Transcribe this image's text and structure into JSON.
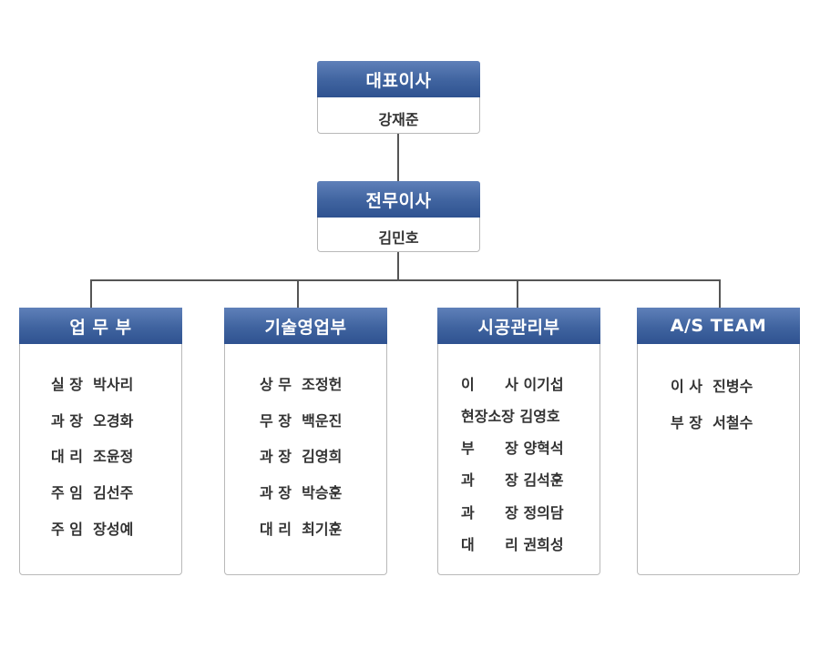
{
  "top": [
    {
      "title": "대표이사",
      "name": "강재준"
    },
    {
      "title": "전무이사",
      "name": "김민호"
    }
  ],
  "departments": [
    {
      "title": "업 무 부",
      "members": [
        {
          "position": "실 장",
          "name": "박사리"
        },
        {
          "position": "과 장",
          "name": "오경화"
        },
        {
          "position": "대 리",
          "name": "조윤정"
        },
        {
          "position": "주 임",
          "name": "김선주"
        },
        {
          "position": "주 임",
          "name": "장성예"
        }
      ]
    },
    {
      "title": "기술영업부",
      "members": [
        {
          "position": "상 무",
          "name": "조정헌"
        },
        {
          "position": "무 장",
          "name": "백운진"
        },
        {
          "position": "과 장",
          "name": "김영희"
        },
        {
          "position": "과 장",
          "name": "박승훈"
        },
        {
          "position": "대 리",
          "name": "최기훈"
        }
      ]
    },
    {
      "title": "시공관리부",
      "members": [
        {
          "position": "이      사",
          "name": "이기섭"
        },
        {
          "position": "현장소장",
          "name": "김영호"
        },
        {
          "position": "부      장",
          "name": "양혁석"
        },
        {
          "position": "과      장",
          "name": "김석훈"
        },
        {
          "position": "과      장",
          "name": "정의담"
        },
        {
          "position": "대      리",
          "name": "권희성"
        }
      ]
    },
    {
      "title": "A/S TEAM",
      "members": [
        {
          "position": "이 사",
          "name": "진병수"
        },
        {
          "position": "부 장",
          "name": "서철수"
        }
      ]
    }
  ],
  "colors": {
    "header": "#3f639f",
    "line": "#555555",
    "border": "#b9b9b9"
  }
}
